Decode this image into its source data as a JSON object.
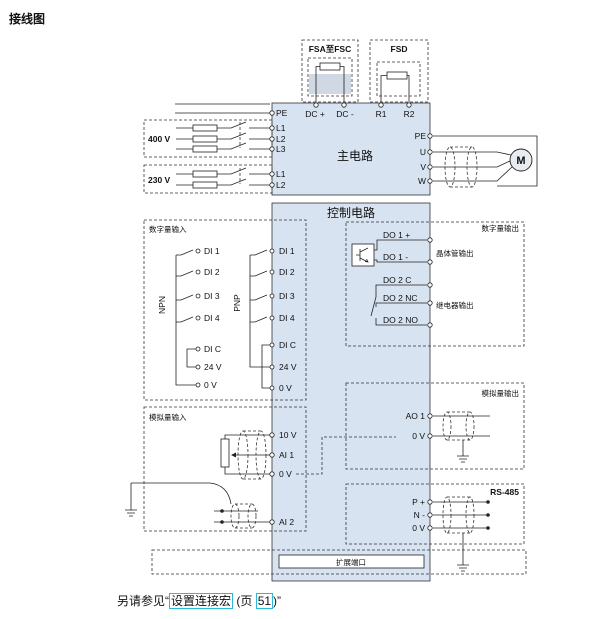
{
  "title": "接线图",
  "colors": {
    "circuit_panel": "#d8e3f1",
    "link_highlight": "#26bcd9"
  },
  "diagram": {
    "braking": {
      "small_frames": "FSA至FSC",
      "large_frame": "FSD"
    },
    "main_circuit": {
      "label": "主电路",
      "top_terminals": [
        "PE",
        "DC +",
        "DC -",
        "R1",
        "R2"
      ],
      "supply_400": {
        "label": "400 V",
        "terminals": [
          "L1",
          "L2",
          "L3"
        ]
      },
      "supply_230": {
        "label": "230 V",
        "terminals": [
          "L1",
          "L2"
        ]
      },
      "output_terminals": [
        "PE",
        "U",
        "V",
        "W"
      ],
      "motor": "M"
    },
    "control_circuit": {
      "label": "控制电路",
      "digital_inputs": {
        "label": "数字量输入",
        "npn": {
          "label": "NPN",
          "terminals": [
            "DI 1",
            "DI 2",
            "DI 3",
            "DI 4",
            "DI C",
            "24 V",
            "0 V"
          ]
        },
        "pnp": {
          "label": "PNP",
          "terminals": [
            "DI 1",
            "DI 2",
            "DI 3",
            "DI 4",
            "DI C",
            "24 V",
            "0 V"
          ]
        }
      },
      "digital_outputs": {
        "label": "数字量输出",
        "transistor": {
          "label": "晶体管输出",
          "terminals": [
            "DO 1 +",
            "DO 1 -"
          ]
        },
        "relay": {
          "label": "继电器输出",
          "terminals": [
            "DO 2 C",
            "DO 2 NC",
            "DO 2 NO"
          ]
        }
      },
      "analog_inputs": {
        "label": "模拟量输入",
        "terminals": [
          "10 V",
          "AI 1",
          "0 V",
          "AI 2"
        ]
      },
      "analog_outputs": {
        "label": "模拟量输出",
        "terminals": [
          "AO 1",
          "0 V"
        ]
      },
      "rs485": {
        "label": "RS-485",
        "terminals": [
          "P +",
          "N -",
          "0 V"
        ]
      },
      "expansion_port": "扩展端口"
    }
  },
  "footer": {
    "prefix": "另请参见“",
    "link_text": "设置连接宏",
    "page_prefix": " (页 ",
    "page": "51",
    "suffix": ")”"
  }
}
